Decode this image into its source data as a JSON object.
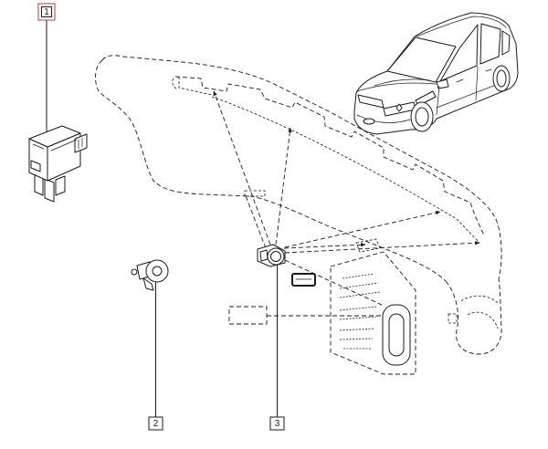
{
  "callouts": [
    {
      "label": "1"
    },
    {
      "label": "2"
    },
    {
      "label": "3"
    }
  ],
  "colors": {
    "line": "#1a1a1a",
    "callout_highlight": "#cc3333"
  }
}
